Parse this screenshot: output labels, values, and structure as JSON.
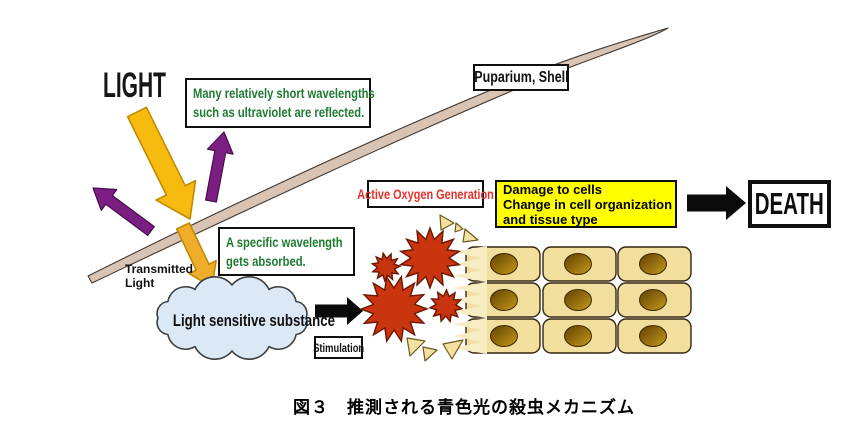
{
  "caption": "図３　推測される青色光の殺虫メカニズム",
  "labels": {
    "light": "LIGHT",
    "reflected_line1": "Many relatively short wavelengths",
    "reflected_line2": "such as ultraviolet are reflected.",
    "puparium": "Puparium, Shell",
    "transmitted_line1": "Transmitted",
    "transmitted_line2": "Light",
    "absorbed_line1": "A specific wavelength",
    "absorbed_line2": "gets absorbed.",
    "cloud": "Light sensitive substance",
    "stimulation": "Stimulation",
    "active_oxygen": "Active Oxygen Generation",
    "damage_line1": "Damage to cells",
    "damage_line2": "Change in cell organization",
    "damage_line3": "and tissue type",
    "death": "DEATH"
  },
  "colors": {
    "light_arrow": "#F6BB0E",
    "reflection_arrow": "#7B1E82",
    "shell": "#D9C4B4",
    "cloud_fill": "#DBE9F6",
    "active_oxygen_starburst": "#C9350F",
    "cell_fill": "#F2DF9E",
    "nucleus_brown": "#6E4B06",
    "damage_box_highlight": "#FFFF00",
    "green_text": "#1F7B33",
    "red_text": "#E5312B"
  },
  "diagram": {
    "cell_grid_rows": 3,
    "cell_grid_cols": 3,
    "starburst_count": 4
  }
}
